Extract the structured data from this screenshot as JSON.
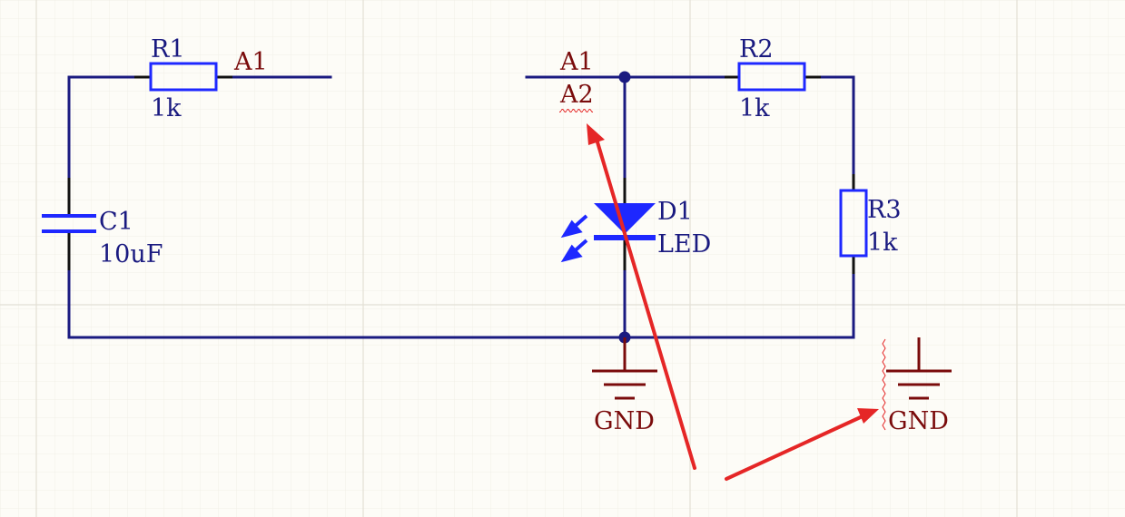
{
  "colors": {
    "background": "#fdfcf7",
    "grid": "#ebe8de",
    "wire": "#1a1a80",
    "component": "#1e28ff",
    "net_label": "#7a0b0b",
    "annotation": "#e52626"
  },
  "components": {
    "r1": {
      "designator": "R1",
      "value": "1k"
    },
    "r2": {
      "designator": "R2",
      "value": "1k"
    },
    "r3": {
      "designator": "R3",
      "value": "1k"
    },
    "c1": {
      "designator": "C1",
      "value": "10uF"
    },
    "d1": {
      "designator": "D1",
      "value": "LED"
    }
  },
  "net_labels": {
    "left_a1": "A1",
    "mid_a1": "A1",
    "mid_a2": "A2"
  },
  "power_ports": {
    "gnd_main": "GND",
    "gnd_floating": "GND"
  }
}
